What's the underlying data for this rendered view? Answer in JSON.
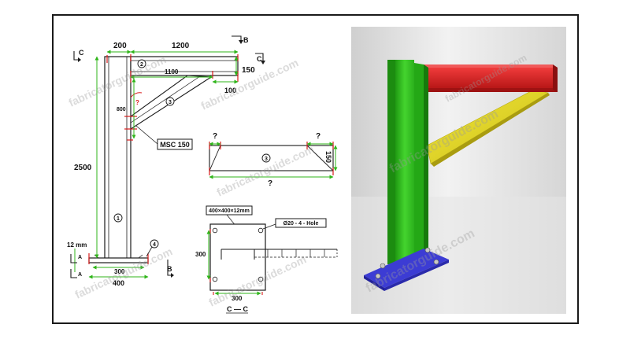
{
  "watermark": "fabricatorguide.com",
  "colors": {
    "dimension": "#2fb51a",
    "line": "#1a1a1a",
    "marker": "#d81b1b",
    "column": "#36c424",
    "beam": "#e02a2a",
    "brace": "#e6d82a",
    "baseplate": "#3c3cd4"
  },
  "drawing": {
    "dims": {
      "top_200": "200",
      "top_1200": "1200",
      "inner_1100": "1100",
      "d150": "150",
      "d100": "100",
      "d800": "800",
      "h2500": "2500",
      "d12mm": "12 mm",
      "base300": "300",
      "base400": "400",
      "angle": "?"
    },
    "sections": {
      "c": "C",
      "b": "B",
      "a": "A"
    },
    "parts": {
      "p1": "1",
      "p2": "2",
      "p3": "3",
      "p4": "4"
    },
    "callout_msc": "MSC 150",
    "brace_detail": {
      "q1": "?",
      "q2": "?",
      "q3": "?",
      "h150": "150",
      "part": "3"
    },
    "plate": {
      "title": "400×400×12mm",
      "hole": "Ø20 - 4 - Hole",
      "d300v": "300",
      "d300h": "300",
      "section": "C — C"
    }
  }
}
